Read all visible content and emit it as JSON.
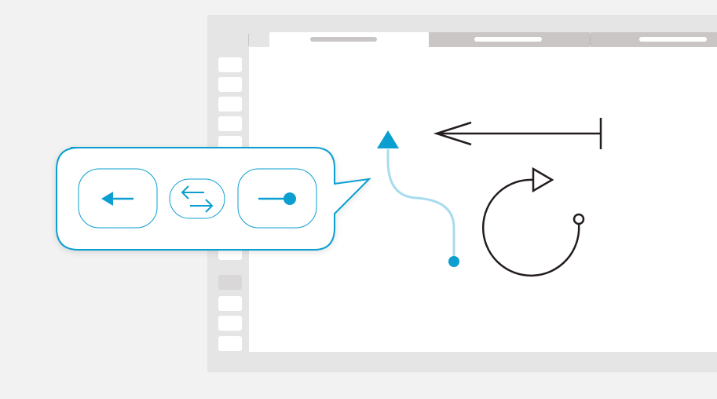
{
  "colors": {
    "accent": "#0a9fd0",
    "accent_light": "#a8dcee",
    "ink": "#231c20",
    "window_frame": "#e5e5e5",
    "tab_inactive": "#cac6c6",
    "sidebar_selected": "#d9d7d7"
  },
  "tabs": [
    {
      "state": "active"
    },
    {
      "state": "inactive"
    },
    {
      "state": "inactive"
    }
  ],
  "callout": {
    "buttons": [
      {
        "icon": "arrow-left-icon"
      },
      {
        "icon": "swap-arrows-icon"
      },
      {
        "icon": "line-dot-end-icon"
      }
    ]
  },
  "canvas_shapes": [
    {
      "icon": "curved-connector-triangle-dot-icon"
    },
    {
      "icon": "arrow-left-with-bar-icon"
    },
    {
      "icon": "circular-arrow-icon"
    }
  ]
}
